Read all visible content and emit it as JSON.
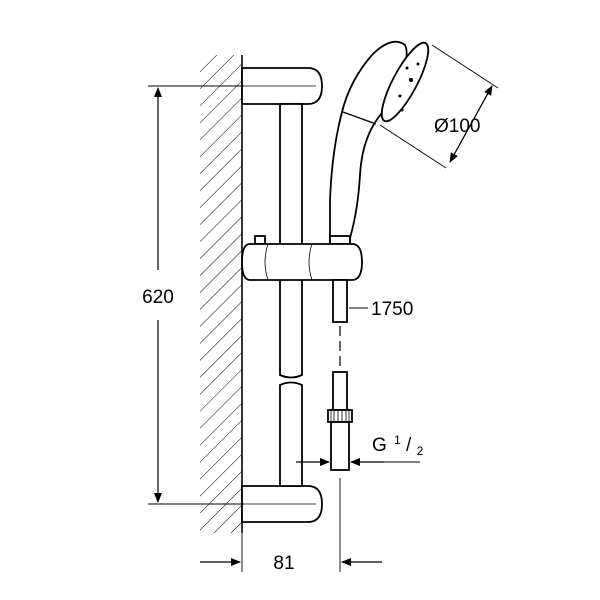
{
  "dimensions": {
    "height": "620",
    "handshower_diameter": "Ø100",
    "hose_length": "1750",
    "thread": "G",
    "thread_num": "1",
    "thread_den": "2",
    "depth": "81"
  },
  "colors": {
    "line": "#000000",
    "background": "#ffffff"
  }
}
